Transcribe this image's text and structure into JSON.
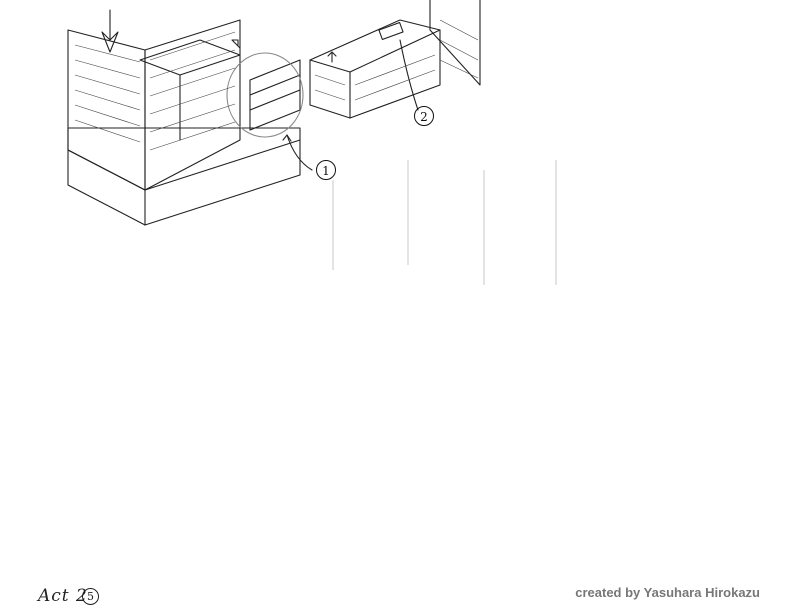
{
  "callouts": {
    "one": "1",
    "two": "2"
  },
  "page_label": {
    "act": "Act 2",
    "number": "5"
  },
  "credit": "created by Yasuhara Hirokazu"
}
